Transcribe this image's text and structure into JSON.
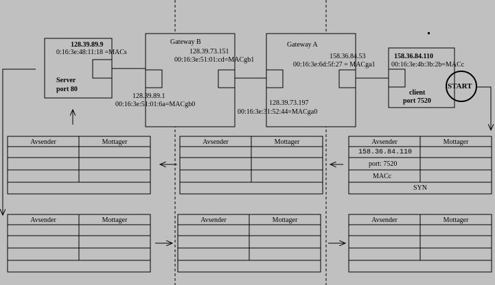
{
  "server": {
    "ip": "128.39.89.9",
    "mac": "0:16:3e:48:11:18 =MACs",
    "name": "Server",
    "port": "port 80"
  },
  "gateway_b": {
    "title": "Gateway B",
    "right_ip": "128.39.73.151",
    "right_mac": "00:16:3e:51:01:cd=MACgb1",
    "left_ip": "128.39.89.1",
    "left_mac": "00:16:3e:51:01:6a=MACgb0"
  },
  "gateway_a": {
    "title": "Gateway A",
    "right_ip": "158.36.84.53",
    "right_mac": "00:16:3e:6d:5f:27 = MACga1",
    "left_ip": "128.39.73.197",
    "left_mac": "00:16:3e:31:52:44=MACga0"
  },
  "client": {
    "ip": "158.36.84.110",
    "mac": "00:16:3e:4b:3b:2b=MACc",
    "name": "client",
    "port": "port 7520"
  },
  "start_label": "START",
  "tables": {
    "sender_header": "Avsender",
    "receiver_header": "Mottager",
    "first_packet": {
      "sender_ip": "158.36.84.110",
      "sender_port": "port: 7520",
      "sender_mac": "MACc",
      "flag": "SYN"
    }
  }
}
